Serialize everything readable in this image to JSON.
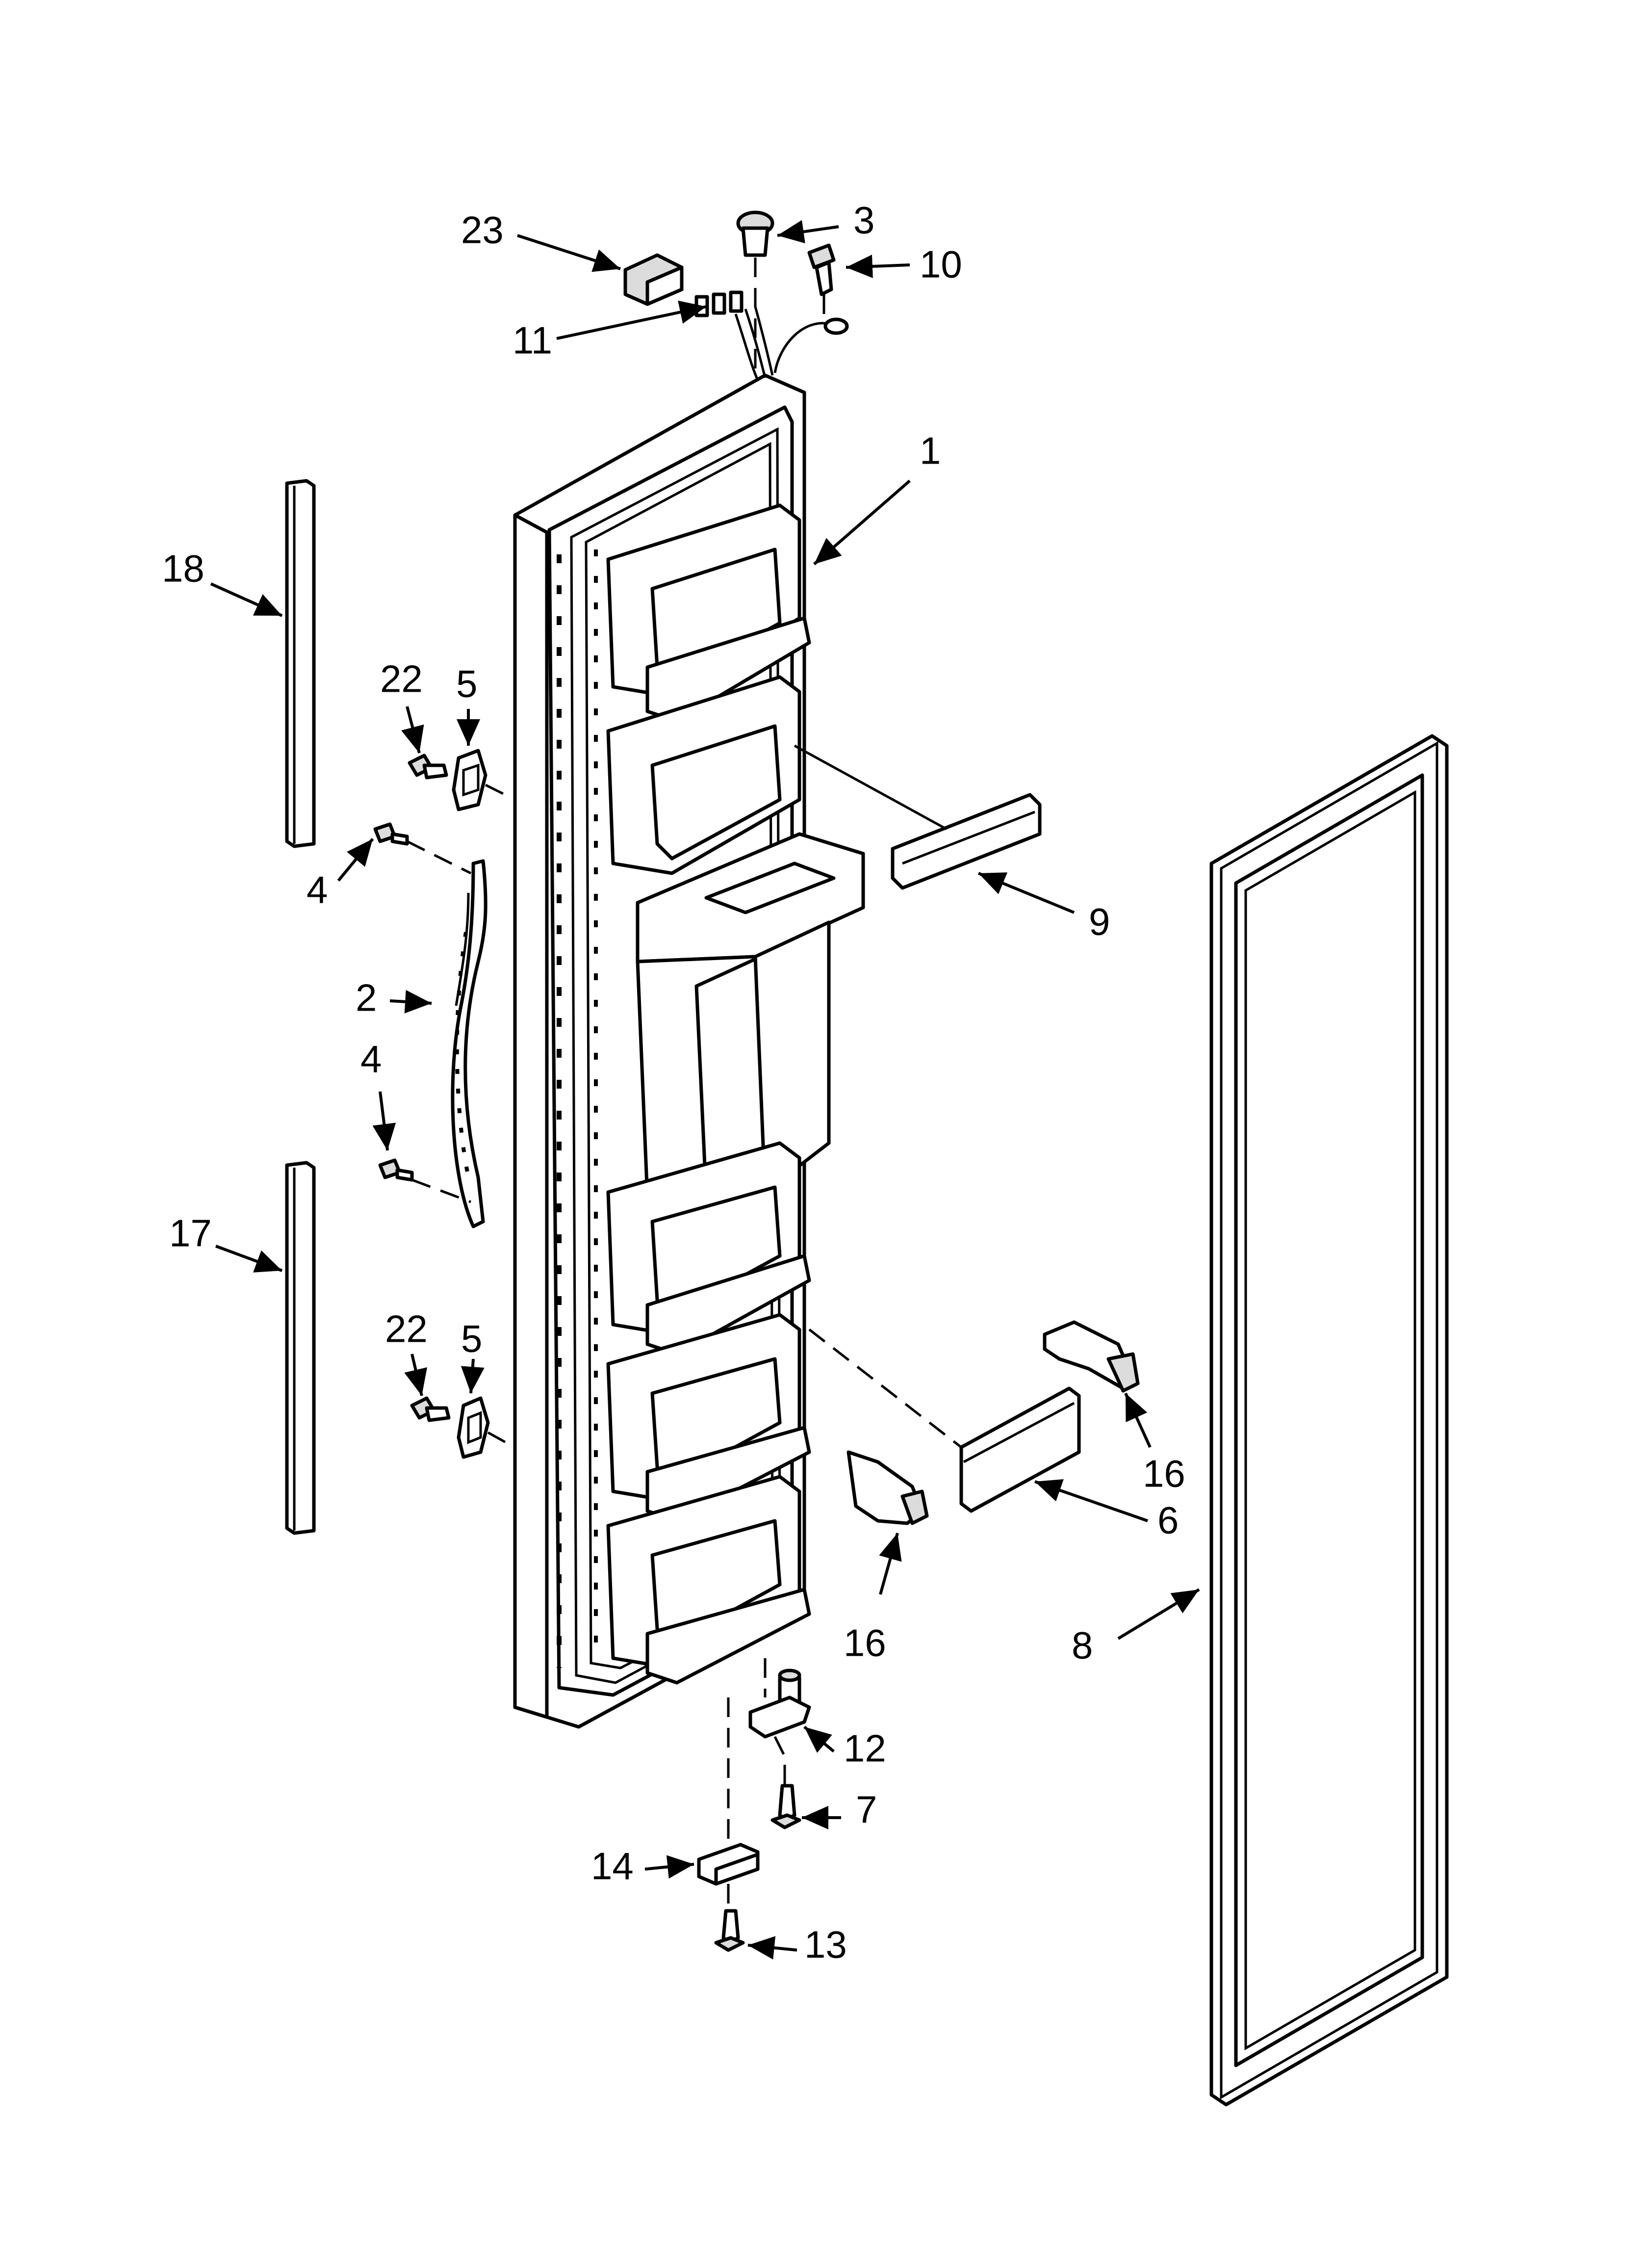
{
  "diagram": {
    "callouts": [
      {
        "id": "23",
        "text": "23"
      },
      {
        "id": "3",
        "text": "3"
      },
      {
        "id": "10",
        "text": "10"
      },
      {
        "id": "11",
        "text": "11"
      },
      {
        "id": "1",
        "text": "1"
      },
      {
        "id": "18",
        "text": "18"
      },
      {
        "id": "22a",
        "text": "22"
      },
      {
        "id": "5a",
        "text": "5"
      },
      {
        "id": "4a",
        "text": "4"
      },
      {
        "id": "2",
        "text": "2"
      },
      {
        "id": "4b",
        "text": "4"
      },
      {
        "id": "17",
        "text": "17"
      },
      {
        "id": "22b",
        "text": "22"
      },
      {
        "id": "5b",
        "text": "5"
      },
      {
        "id": "9",
        "text": "9"
      },
      {
        "id": "16a",
        "text": "16"
      },
      {
        "id": "6",
        "text": "6"
      },
      {
        "id": "16b",
        "text": "16"
      },
      {
        "id": "8",
        "text": "8"
      },
      {
        "id": "12",
        "text": "12"
      },
      {
        "id": "7",
        "text": "7"
      },
      {
        "id": "14",
        "text": "14"
      },
      {
        "id": "13",
        "text": "13"
      }
    ]
  }
}
